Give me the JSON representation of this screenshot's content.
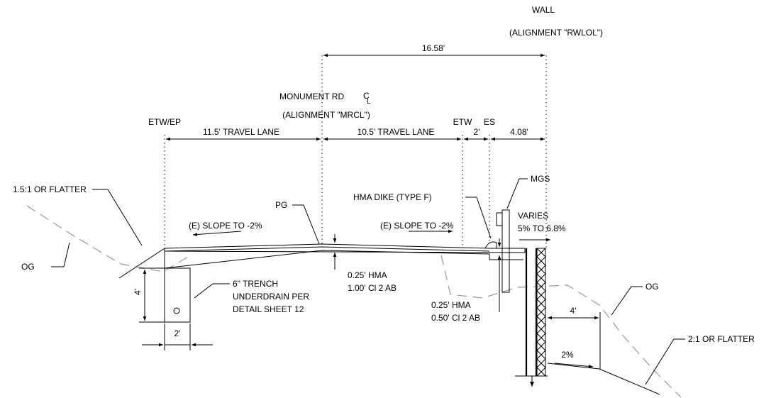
{
  "labels": {
    "wall": "WALL",
    "wall_alignment": "(ALIGNMENT \"RWLOL\")",
    "dim_16_58": "16.58'",
    "monument": "MONUMENT RD",
    "cl_c": "C",
    "cl_l": "L",
    "monument_alignment": "(ALIGNMENT \"MRCL\")",
    "etw_ep": "ETW/EP",
    "lane_left": "11.5' TRAVEL LANE",
    "lane_right": "10.5' TRAVEL LANE",
    "etw": "ETW",
    "es": "ES",
    "dim_2_top": "2'",
    "dim_4_08": "4.08'",
    "slope_left": "1.5:1 OR FLATTER",
    "og_left": "OG",
    "pg": "PG",
    "e_slope_left": "(E) SLOPE TO -2%",
    "e_slope_right": "(E) SLOPE TO -2%",
    "hma_dike": "HMA DIKE (TYPE F)",
    "mgs": "MGS",
    "varies": "VARIES",
    "varies_range": "5% TO 6.8%",
    "hma_left_1": "0.25' HMA",
    "hma_left_2": "1.00' Cl 2 AB",
    "trench_1": "6\" TRENCH",
    "trench_2": "UNDERDRAIN PER",
    "trench_3": "DETAIL SHEET 12",
    "dim_4_left": "4'",
    "dim_2_bottom": "2'",
    "hma_right_1": "0.25' HMA",
    "hma_right_2": "0.50' Cl 2 AB",
    "og_right": "OG",
    "dim_4_right": "4'",
    "pct_2": "2%",
    "slope_right": "2:1 OR FLATTER"
  }
}
